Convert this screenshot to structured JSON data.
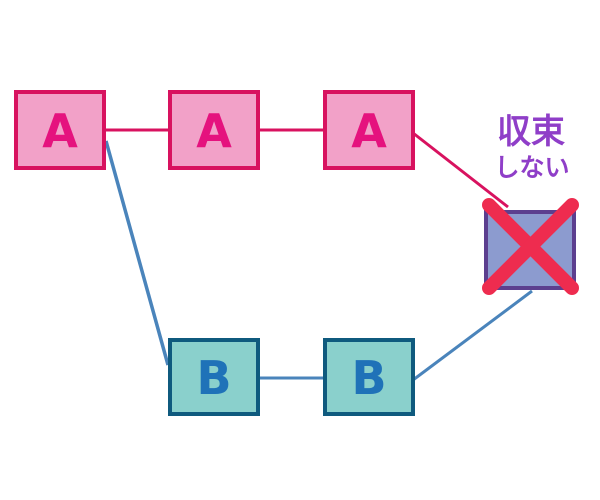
{
  "nodes": {
    "a1": {
      "label": "A"
    },
    "a2": {
      "label": "A"
    },
    "a3": {
      "label": "A"
    },
    "b1": {
      "label": "B"
    },
    "b2": {
      "label": "B"
    },
    "merge": {
      "label": ""
    }
  },
  "annotation": {
    "line1": "収束",
    "line2": "しない"
  },
  "colors": {
    "a_fill": "#f2a1c8",
    "a_border": "#d8125f",
    "a_text": "#e5127e",
    "a_line": "#d8125f",
    "b_fill": "#8ad0cc",
    "b_border": "#0f5a7e",
    "b_text": "#1f72b8",
    "b_line": "#4a84bb",
    "merge_fill": "#8c9bcf",
    "merge_border": "#5c3f8f",
    "cross": "#ee2c4f",
    "annotation": "#8f3ec8"
  },
  "icons": {
    "merge_mark": "cross-icon"
  }
}
